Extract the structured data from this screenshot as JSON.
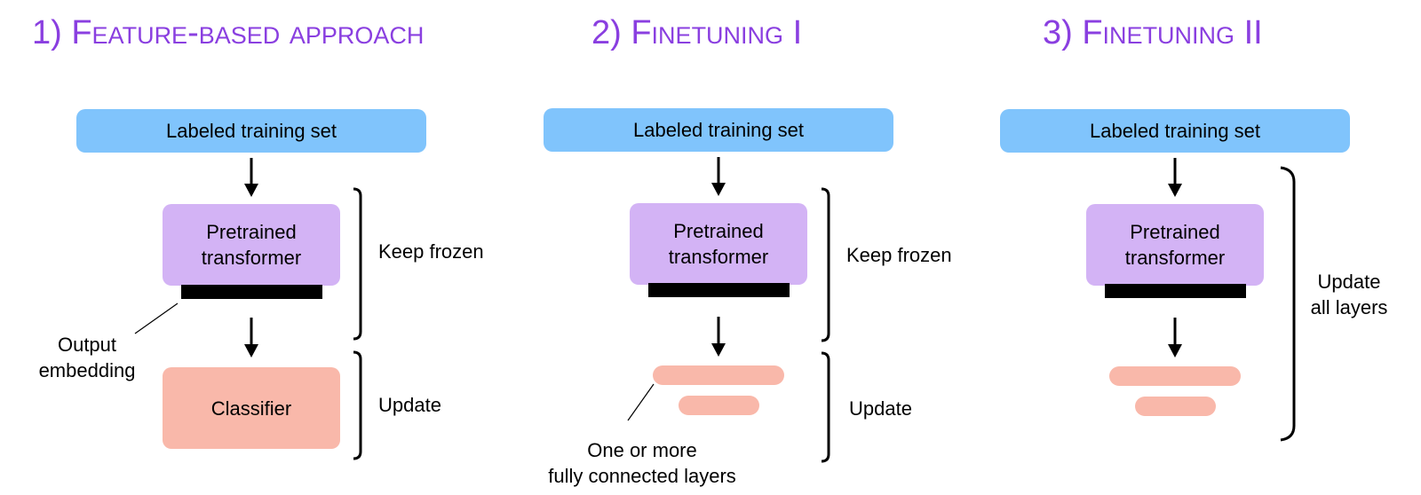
{
  "colors": {
    "title": "#8a3fe0",
    "labeled_box": "#80c4fc",
    "pretrained_box": "#d3b3f5",
    "update_box": "#f9b8aa",
    "embedding_bar": "#000000"
  },
  "panels": [
    {
      "title": "1) Feature-based approach",
      "input_label": "Labeled training set",
      "model_label_line1": "Pretrained",
      "model_label_line2": "transformer",
      "head_label": "Classifier",
      "frozen_label": "Keep frozen",
      "update_label": "Update",
      "callout_line1": "Output",
      "callout_line2": "embedding"
    },
    {
      "title": "2) Finetuning I",
      "input_label": "Labeled training set",
      "model_label_line1": "Pretrained",
      "model_label_line2": "transformer",
      "frozen_label": "Keep frozen",
      "update_label": "Update",
      "callout_line1": "One or more",
      "callout_line2": "fully connected layers"
    },
    {
      "title": "3) Finetuning II",
      "input_label": "Labeled training set",
      "model_label_line1": "Pretrained",
      "model_label_line2": "transformer",
      "update_line1": "Update",
      "update_line2": "all layers"
    }
  ]
}
